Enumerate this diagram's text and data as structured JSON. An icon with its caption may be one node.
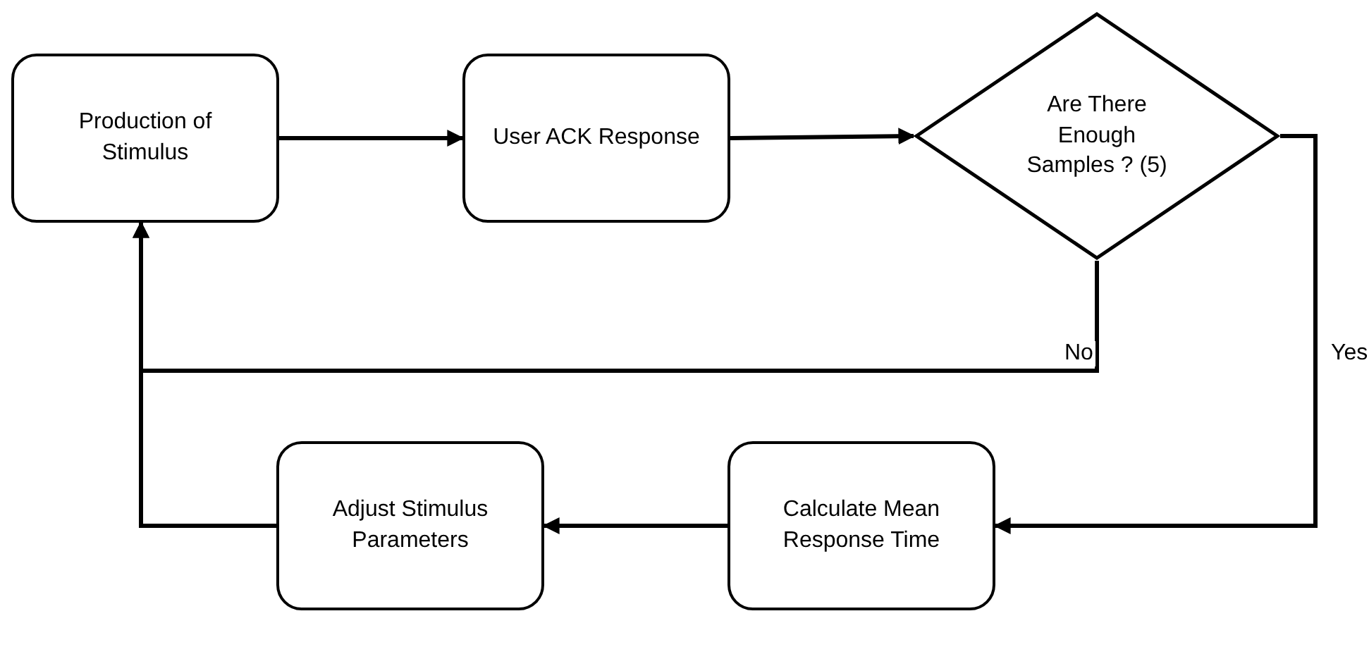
{
  "diagram": {
    "nodes": [
      {
        "text": [
          "Production of Stimulus"
        ]
      },
      {
        "text": [
          "User ACK Response"
        ]
      },
      {
        "text": [
          "Are There Enough Samples ? (5)"
        ]
      },
      {
        "text": [
          "Calculate Mean Response Time"
        ]
      },
      {
        "text": [
          "Adjust Stimulus Parameters"
        ]
      }
    ],
    "edges": [
      {
        "from": 0,
        "to": 1,
        "arrow": "to"
      },
      {
        "from": 1,
        "to": 2,
        "arrow": "to"
      },
      {
        "from": 2,
        "to": 0,
        "label": "No",
        "arrow": "to"
      },
      {
        "from": 2,
        "to": 3,
        "label": "Yes",
        "arrow": "to"
      },
      {
        "from": 3,
        "to": 4,
        "arrow": "to"
      },
      {
        "from": 4,
        "to": 0,
        "arrow": "to"
      }
    ]
  }
}
